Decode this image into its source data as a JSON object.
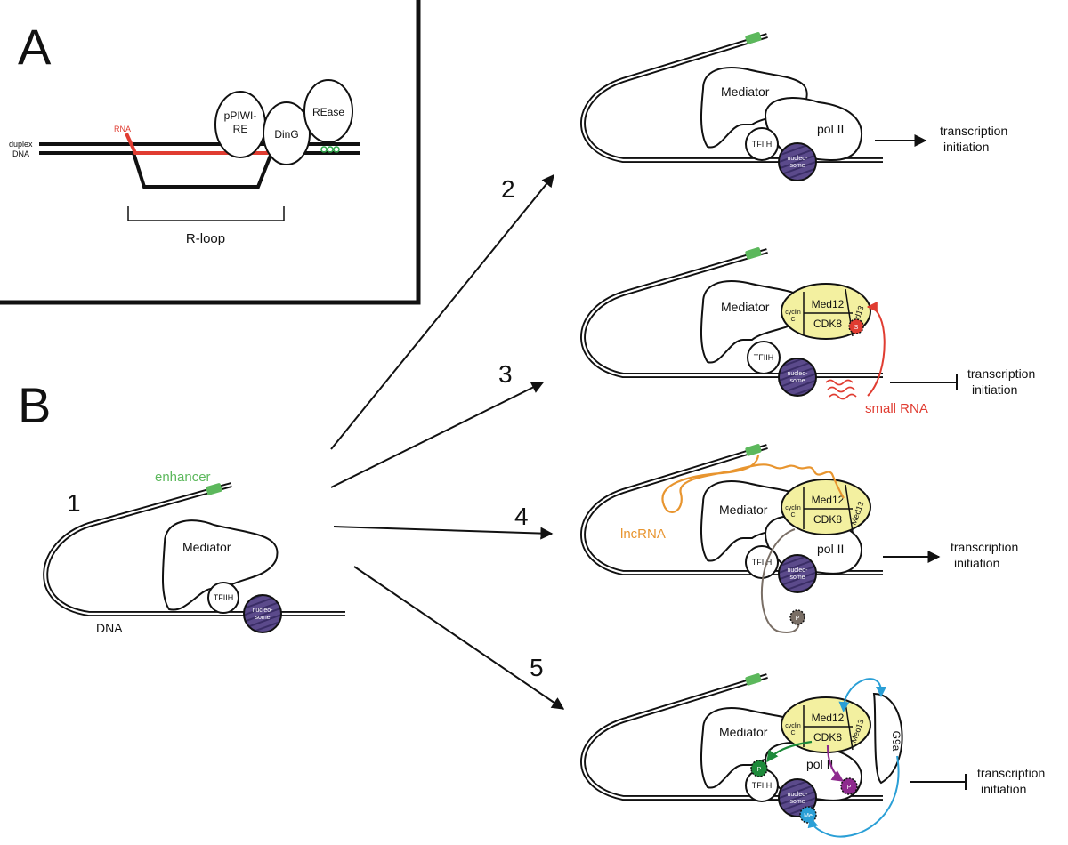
{
  "colors": {
    "enhancer": "#5cb85c",
    "nucleosome": "#5b4a8b",
    "cdk_module": "#f3f0a0",
    "rna_red": "#e03c31",
    "lncrna_orange": "#e8952f",
    "phospho_gray": "#7a6f66",
    "phospho_green": "#1d8a3a",
    "phospho_purple": "#8e2a8e",
    "methyl_blue": "#2a9fd6"
  },
  "panel_a": {
    "label": "A",
    "duplex_line1": "duplex",
    "duplex_line2": "DNA",
    "rna": "RNA",
    "ppiwi_line1": "pPIWI-",
    "ppiwi_line2": "RE",
    "ding": "DinG",
    "rease": "REase",
    "rloop": "R-loop"
  },
  "panel_b": {
    "label": "B",
    "enhancer": "enhancer",
    "dna": "DNA",
    "step1": "1",
    "step2": "2",
    "step3": "3",
    "step4": "4",
    "step5": "5",
    "mediator": "Mediator",
    "tfiih": "TFIIH",
    "nucleo_line1": "nucleo-",
    "nucleo_line2": "some",
    "pol2": "pol II",
    "med12": "Med12",
    "med13": "Med13",
    "cdk8": "CDK8",
    "cyclin_line1": "cyclin",
    "cyclin_line2": "C",
    "g9a": "G9a",
    "lncrna": "lncRNA",
    "small_rna": "small RNA",
    "s_mark": "S",
    "p_mark": "P",
    "me_mark": "Me",
    "tx_line1": "transcription",
    "tx_line2": "initiation"
  }
}
